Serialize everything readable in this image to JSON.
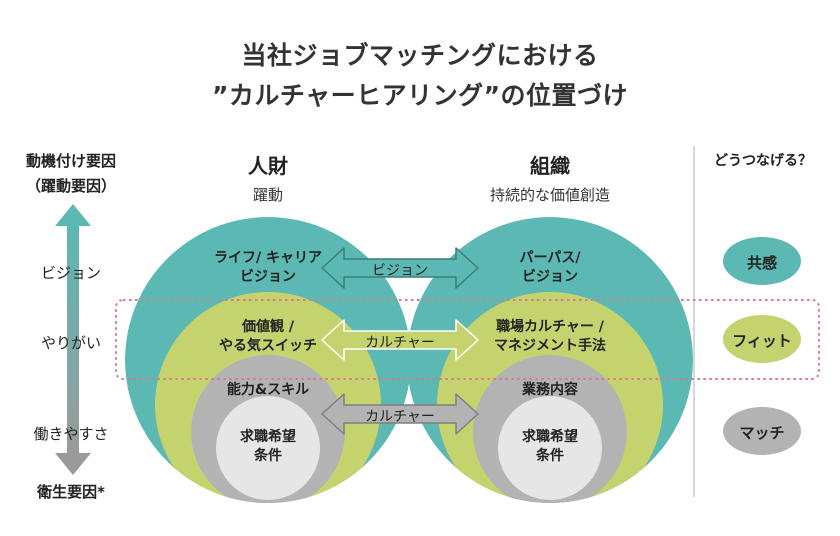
{
  "title": {
    "line1": "当社ジョブマッチングにおける",
    "line2": "”カルチャーヒアリング”の位置づけ"
  },
  "axis": {
    "top_line1": "動機付け要因",
    "top_line2": "（躍動要因）",
    "levels": [
      "ビジョン",
      "やりがい",
      "働きやすさ"
    ],
    "bottom": "衛生要因*"
  },
  "person": {
    "title": "人財",
    "subtitle": "躍動",
    "outer": "ライフ/ キャリア\nビジョン",
    "middle": "価値観 /\nやる気スイッチ",
    "inner": "能力&スキル",
    "core": "求職希望\n条件"
  },
  "organization": {
    "title": "組織",
    "subtitle": "持続的な価値創造",
    "outer": "パーパス/\nビジョン",
    "middle": "職場カルチャー /\nマネジメント手法",
    "inner": "業務内容",
    "core": "求職希望\n条件"
  },
  "connectors": [
    "ビジョン",
    "カルチャー",
    "カルチャー"
  ],
  "right": {
    "heading": "どうつなげる？",
    "pills": [
      "共感",
      "フィット",
      "マッチ"
    ]
  },
  "colors": {
    "teal": "#5bb8b3",
    "lime": "#c5d36e",
    "gray": "#b3b3b3",
    "light_gray": "#e6e6e6",
    "pink_dash": "#d97a8a"
  }
}
